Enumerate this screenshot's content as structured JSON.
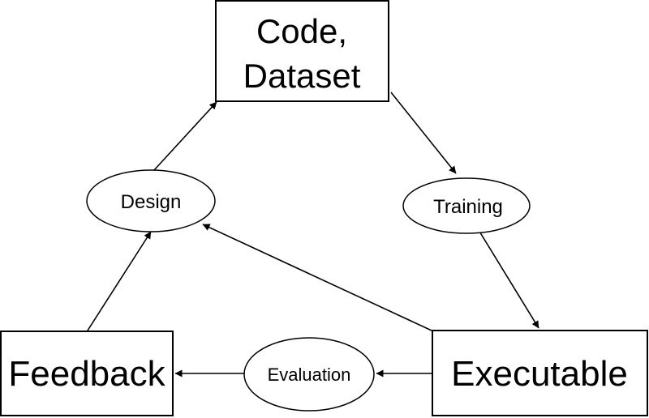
{
  "nodes": {
    "code_dataset": {
      "line1": "Code,",
      "line2": "Dataset"
    },
    "training": {
      "label": "Training"
    },
    "executable": {
      "label": "Executable"
    },
    "evaluation": {
      "label": "Evaluation"
    },
    "feedback": {
      "label": "Feedback"
    },
    "design": {
      "label": "Design"
    }
  },
  "colors": {
    "stroke": "#000000",
    "fill": "#ffffff",
    "text": "#000000"
  }
}
